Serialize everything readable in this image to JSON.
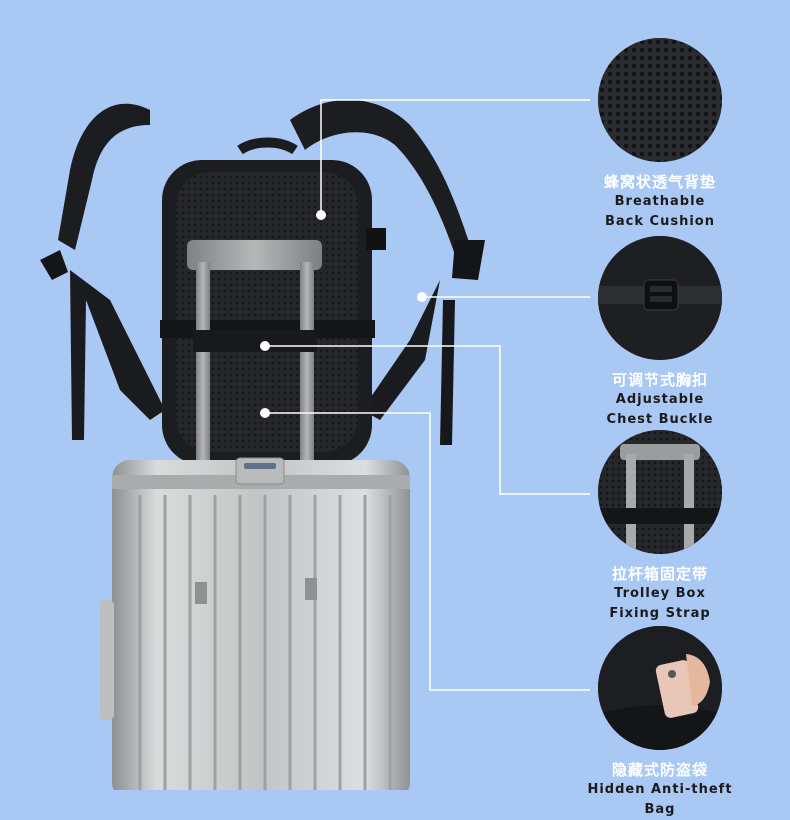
{
  "features": [
    {
      "id": "breathable",
      "zh": "蜂窝状透气背垫",
      "en_lines": [
        "Breathable",
        "Back Cushion"
      ],
      "icon": "mesh-texture"
    },
    {
      "id": "buckle",
      "zh": "可调节式胸扣",
      "en_lines": [
        "Adjustable",
        "Chest Buckle"
      ],
      "icon": "chest-buckle"
    },
    {
      "id": "trolley",
      "zh": "拉杆箱固定带",
      "en_lines": [
        "Trolley Box",
        "Fixing Strap"
      ],
      "icon": "trolley-strap"
    },
    {
      "id": "pocket",
      "zh": "隐藏式防盗袋",
      "en_lines": [
        "Hidden Anti-theft Bag"
      ],
      "icon": "hidden-pocket"
    }
  ],
  "colors": {
    "background": "#a9c8f4",
    "bag": "#1c1d20",
    "suitcase": "#c9cbcc",
    "label_zh": "#ffffff",
    "label_en": "#1b1b1b"
  }
}
